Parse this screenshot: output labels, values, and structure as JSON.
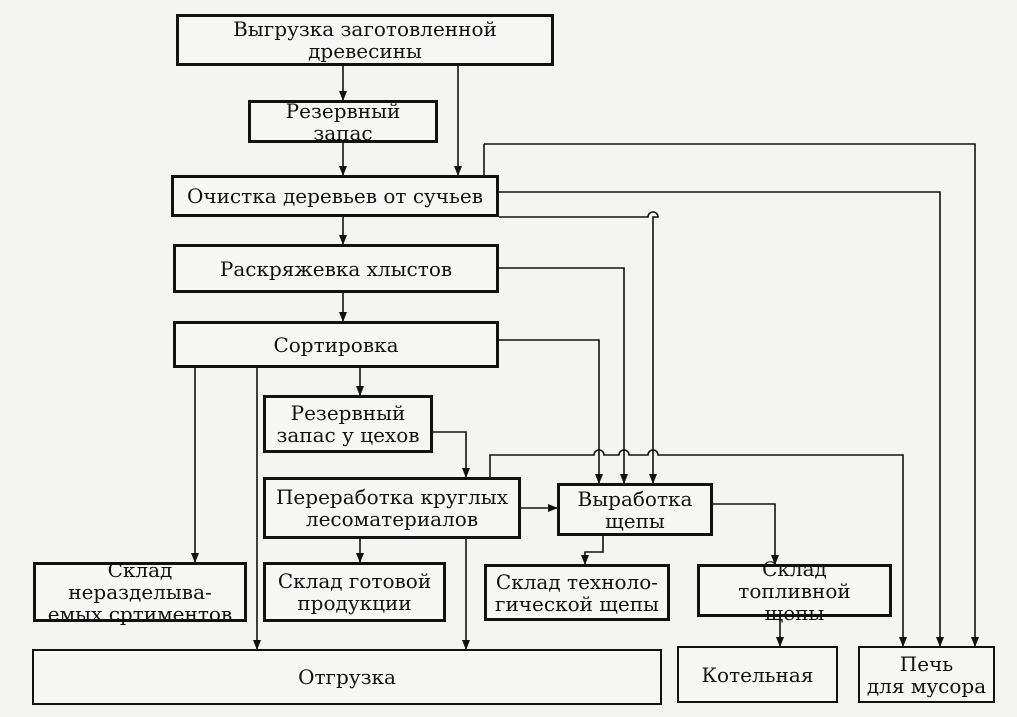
{
  "diagram": {
    "nodes": {
      "unloading": "Выгрузка заготовленной древесины",
      "reserve": "Резервный запас",
      "delimbing": "Очистка деревьев от сучьев",
      "bucking": "Раскряжевка хлыстов",
      "sorting": "Сортировка",
      "reserve_shops": "Резервный\nзапас у цехов",
      "processing": "Переработка круглых\nлесоматериалов",
      "chips": "Выработка\nщепы",
      "warehouse_nondiv": "Склад неразделыва-\nемых сртиментов",
      "warehouse_finished": "Склад готовой\nпродукции",
      "warehouse_tech": "Склад техноло-\nгической щепы",
      "warehouse_fuel": "Склад топливной\nщепы",
      "shipping": "Отгрузка",
      "boiler": "Котельная",
      "furnace": "Печь\nдля мусора"
    }
  }
}
